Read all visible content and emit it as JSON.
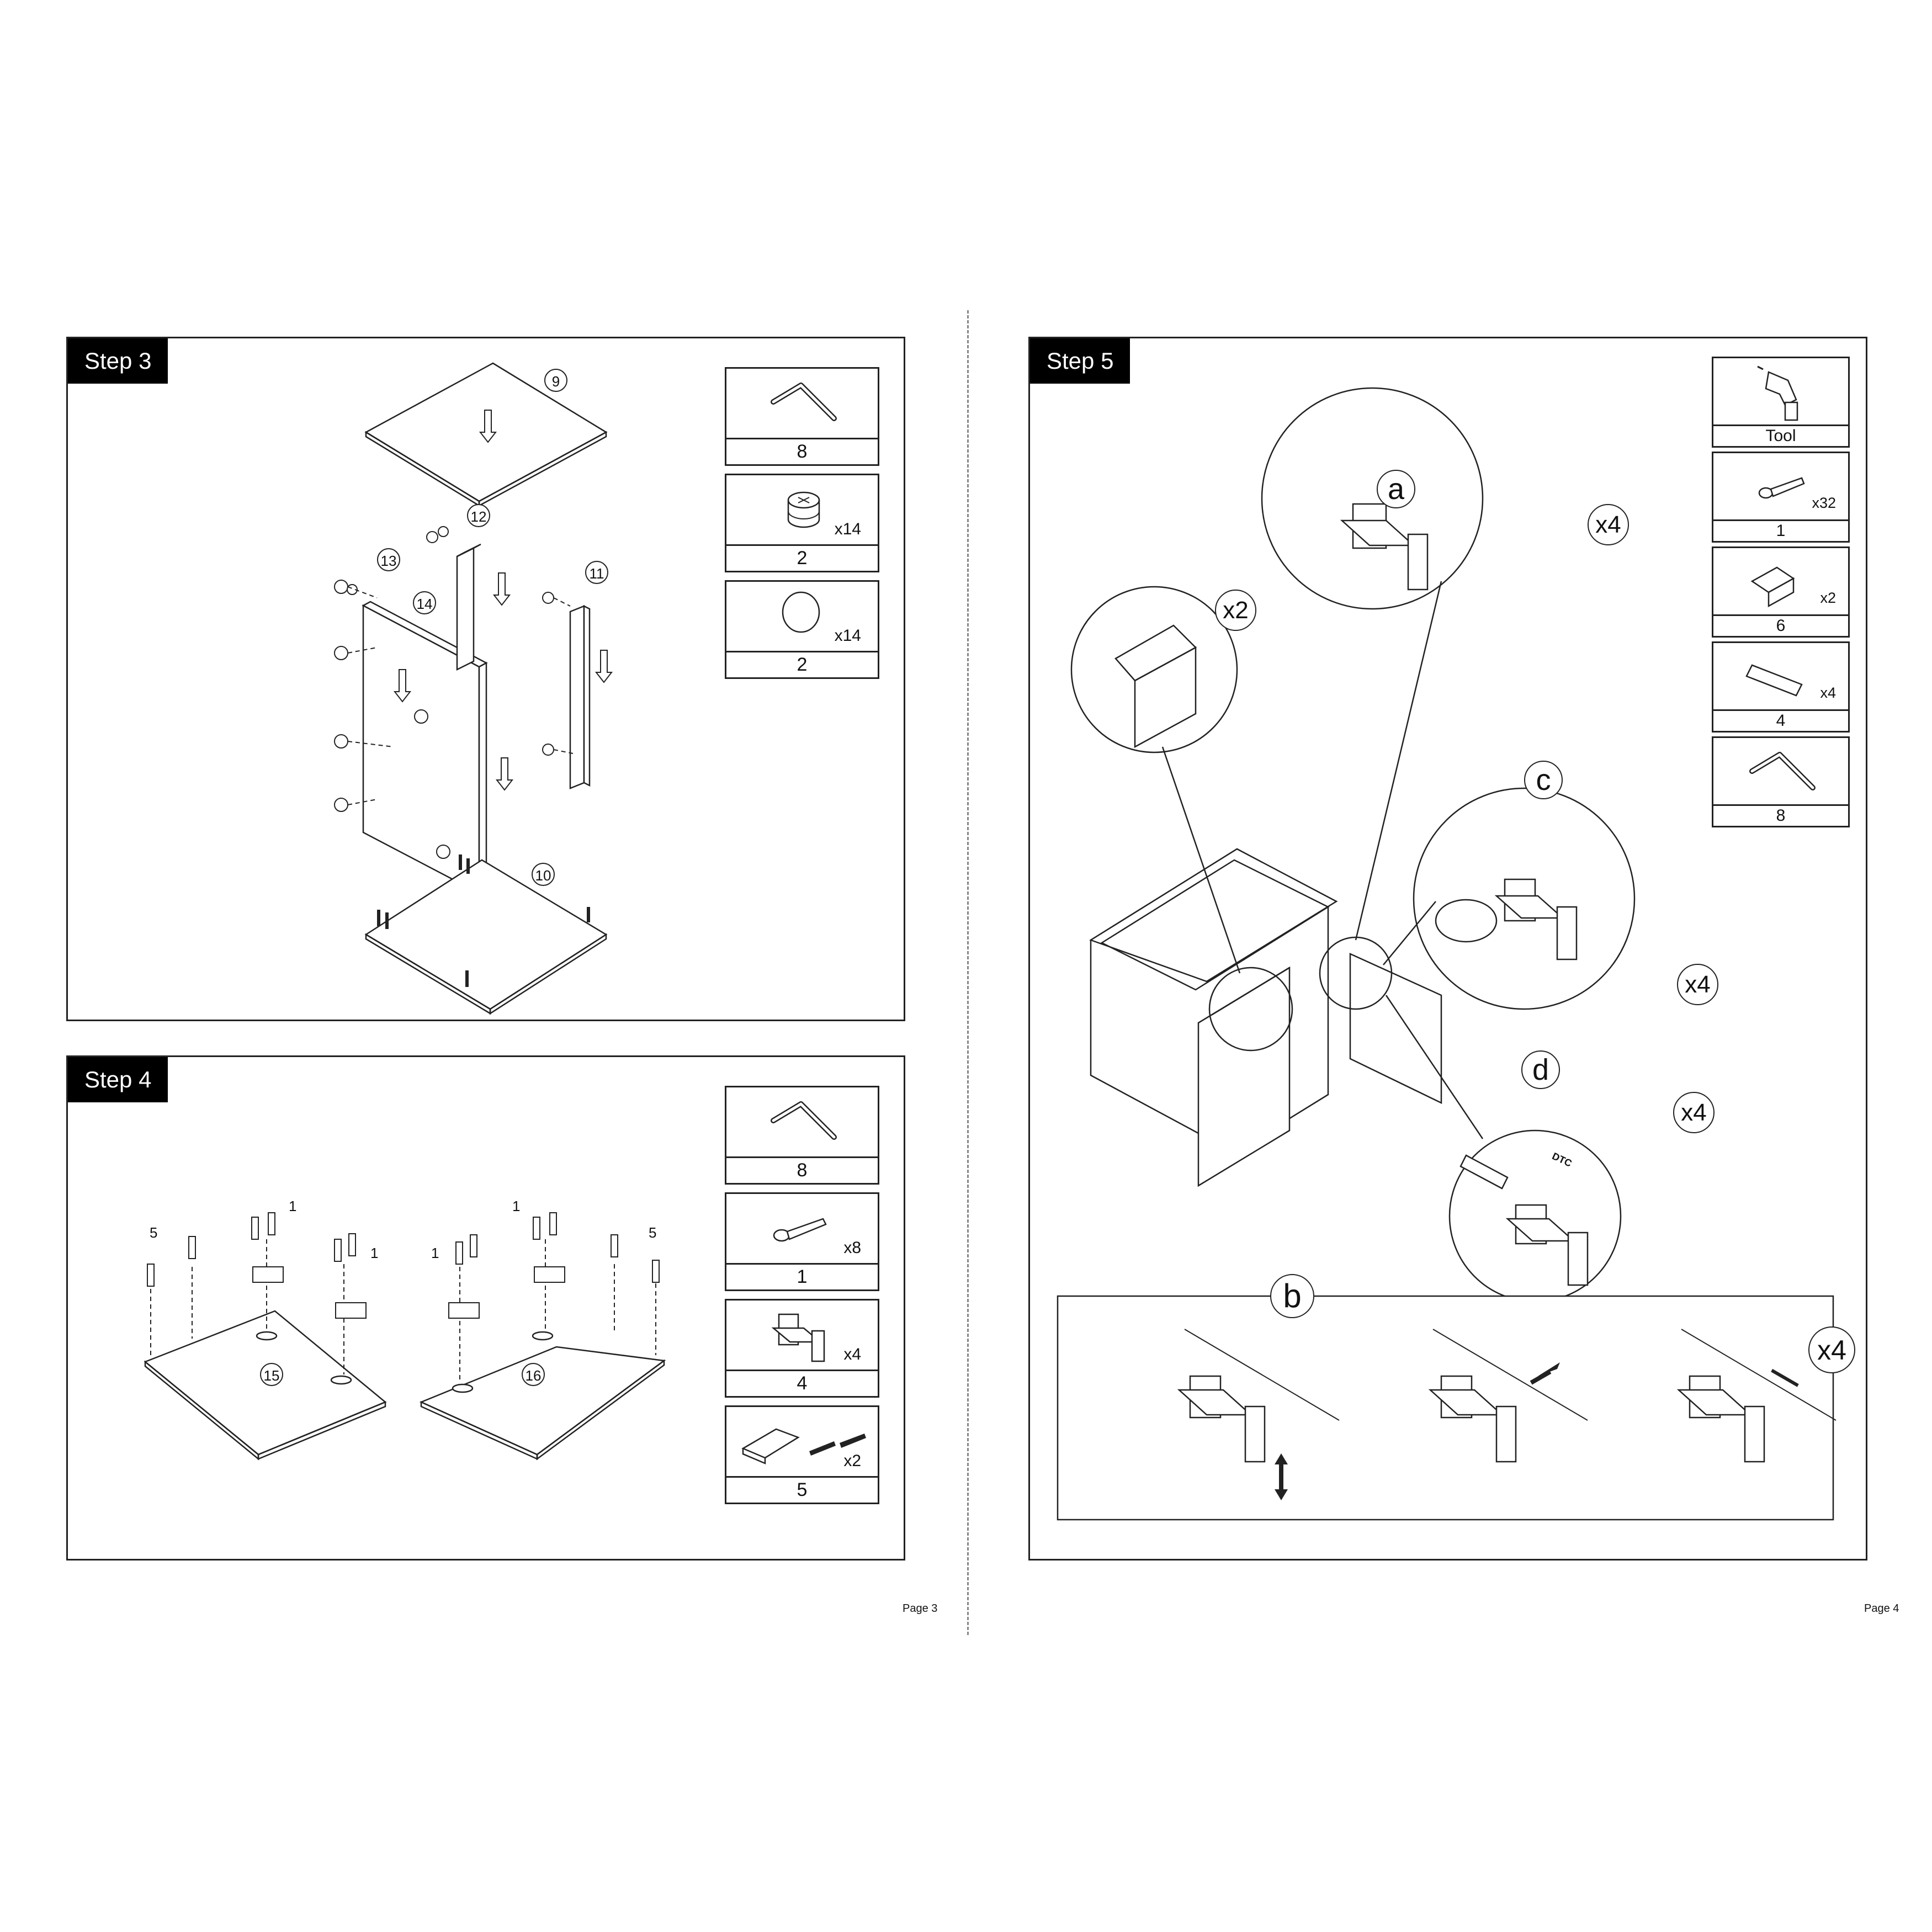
{
  "pages": {
    "left_page_number": "Page 3",
    "right_page_number": "Page 4"
  },
  "step3": {
    "title": "Step 3",
    "panel_numbers": [
      "9",
      "12",
      "13",
      "14",
      "11",
      "10"
    ],
    "parts": [
      {
        "id": "allen-key",
        "number": "8",
        "qty": ""
      },
      {
        "id": "cam-lock",
        "number": "2",
        "qty": "x14"
      },
      {
        "id": "cap",
        "number": "2",
        "qty": "x14"
      }
    ]
  },
  "step4": {
    "title": "Step 4",
    "panel_numbers": [
      "15",
      "16"
    ],
    "labels": [
      "5",
      "1",
      "1",
      "1",
      "1",
      "5"
    ],
    "parts": [
      {
        "id": "allen-key",
        "number": "8",
        "qty": ""
      },
      {
        "id": "screw",
        "number": "1",
        "qty": "x8"
      },
      {
        "id": "hinge",
        "number": "4",
        "qty": "x4"
      },
      {
        "id": "handle",
        "number": "5",
        "qty": "x2"
      }
    ]
  },
  "step5": {
    "title": "Step 5",
    "callouts": {
      "a": {
        "letter": "a",
        "qty": "x4"
      },
      "x2": {
        "qty": "x2"
      },
      "c": {
        "letter": "c",
        "qty": "x4"
      },
      "d": {
        "letter": "d",
        "qty": "x4"
      },
      "b": {
        "letter": "b",
        "qty": "x4"
      }
    },
    "parts": [
      {
        "id": "drill",
        "number": "Tool",
        "qty": ""
      },
      {
        "id": "screw",
        "number": "1",
        "qty": "x32"
      },
      {
        "id": "bracket",
        "number": "6",
        "qty": "x2"
      },
      {
        "id": "dtc-plate",
        "number": "4",
        "qty": "x4"
      },
      {
        "id": "allen-key",
        "number": "8",
        "qty": ""
      }
    ],
    "dtc_text": "DTC"
  }
}
